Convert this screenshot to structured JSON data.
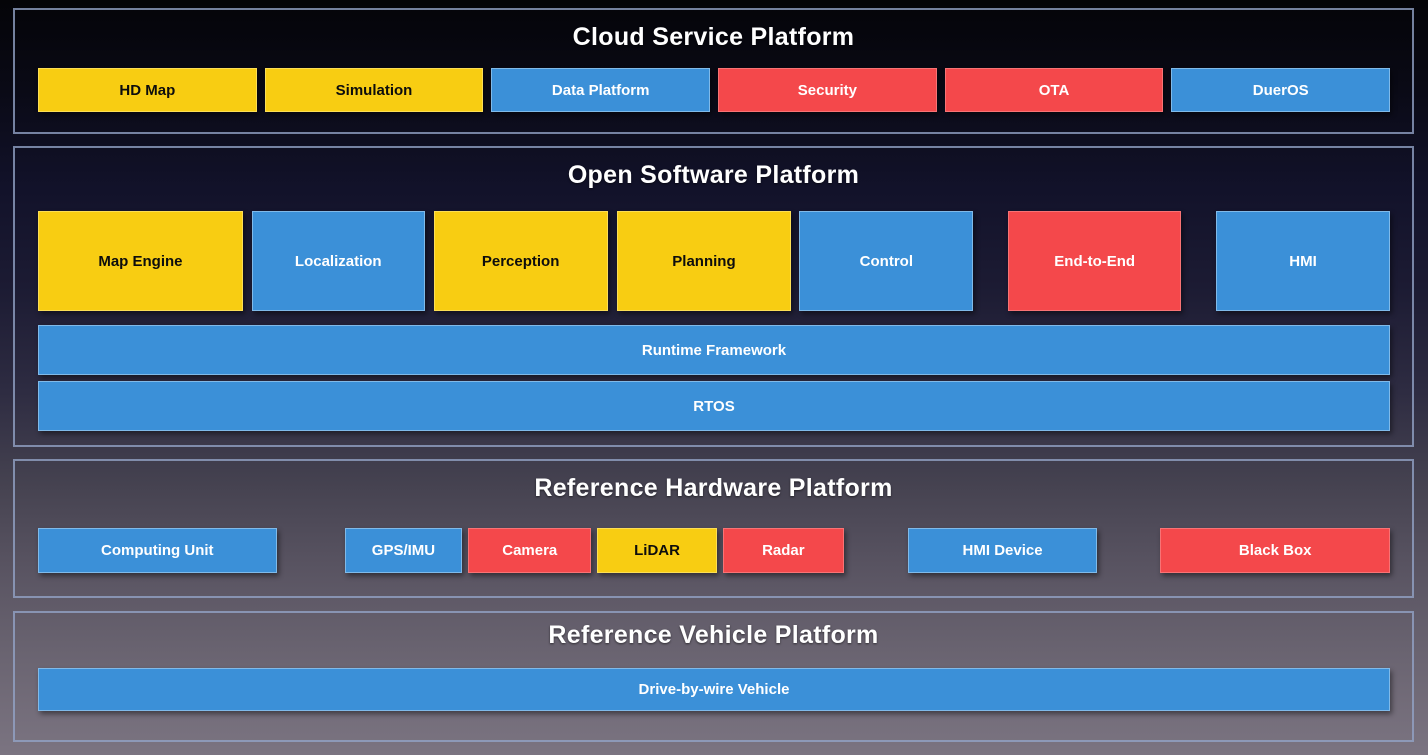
{
  "colors": {
    "box_yellow": "#F8CD12",
    "box_blue": "#3B90D8",
    "box_red": "#F4484B",
    "section_border": "#94A4C8",
    "title_text": "#FFFFFF",
    "background_top": "#040408",
    "background_bottom": "#7B7481"
  },
  "sections": [
    {
      "id": "cloud-service-platform",
      "title": "Cloud Service Platform",
      "boxes": [
        {
          "label": "HD Map",
          "color": "yellow"
        },
        {
          "label": "Simulation",
          "color": "yellow"
        },
        {
          "label": "Data Platform",
          "color": "blue"
        },
        {
          "label": "Security",
          "color": "red"
        },
        {
          "label": "OTA",
          "color": "red"
        },
        {
          "label": "DuerOS",
          "color": "blue"
        }
      ]
    },
    {
      "id": "open-software-platform",
      "title": "Open Software Platform",
      "boxes": [
        {
          "label": "Map Engine",
          "color": "yellow"
        },
        {
          "label": "Localization",
          "color": "blue"
        },
        {
          "label": "Perception",
          "color": "yellow"
        },
        {
          "label": "Planning",
          "color": "yellow"
        },
        {
          "label": "Control",
          "color": "blue"
        },
        {
          "label": "End-to-End",
          "color": "red"
        },
        {
          "label": "HMI",
          "color": "blue"
        }
      ],
      "bars": [
        {
          "label": "Runtime Framework",
          "color": "blue"
        },
        {
          "label": "RTOS",
          "color": "blue"
        }
      ]
    },
    {
      "id": "reference-hardware-platform",
      "title": "Reference Hardware Platform",
      "boxes": [
        {
          "label": "Computing Unit",
          "color": "blue"
        },
        {
          "label": "GPS/IMU",
          "color": "blue"
        },
        {
          "label": "Camera",
          "color": "red"
        },
        {
          "label": "LiDAR",
          "color": "yellow"
        },
        {
          "label": "Radar",
          "color": "red"
        },
        {
          "label": "HMI Device",
          "color": "blue"
        },
        {
          "label": "Black Box",
          "color": "red"
        }
      ]
    },
    {
      "id": "reference-vehicle-platform",
      "title": "Reference Vehicle Platform",
      "bars": [
        {
          "label": "Drive-by-wire Vehicle",
          "color": "blue"
        }
      ]
    }
  ]
}
